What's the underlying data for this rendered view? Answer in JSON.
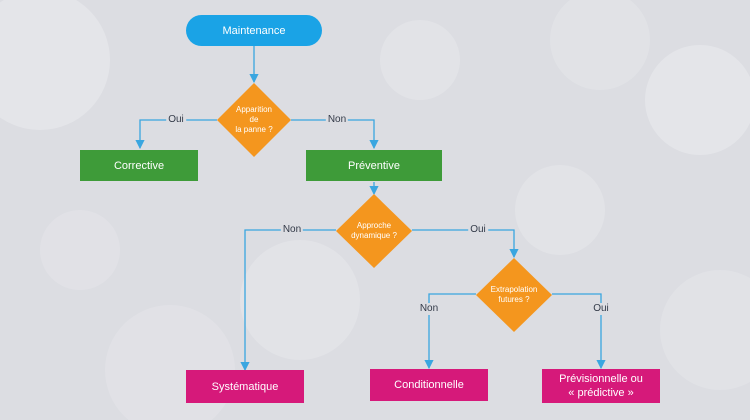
{
  "diagram": {
    "start": "Maintenance",
    "q1": "Apparition de\nla panne ?",
    "corrective": "Corrective",
    "preventive": "Préventive",
    "q2": "Approche\ndynamique ?",
    "q3": "Extrapolation\nfutures ?",
    "systematique": "Systématique",
    "conditionnelle": "Conditionnelle",
    "previsionnelle_1": "Prévisionnelle ou",
    "previsionnelle_2": "« prédictive »",
    "labels": {
      "q1_yes": "Oui",
      "q1_no": "Non",
      "q2_no": "Non",
      "q2_yes": "Oui",
      "q3_no": "Non",
      "q3_yes": "Oui"
    }
  },
  "colors": {
    "start": "#1aa3e6",
    "decision": "#f4961e",
    "action": "#3e9b39",
    "result": "#d6197a",
    "connector": "#3aa6e0"
  }
}
